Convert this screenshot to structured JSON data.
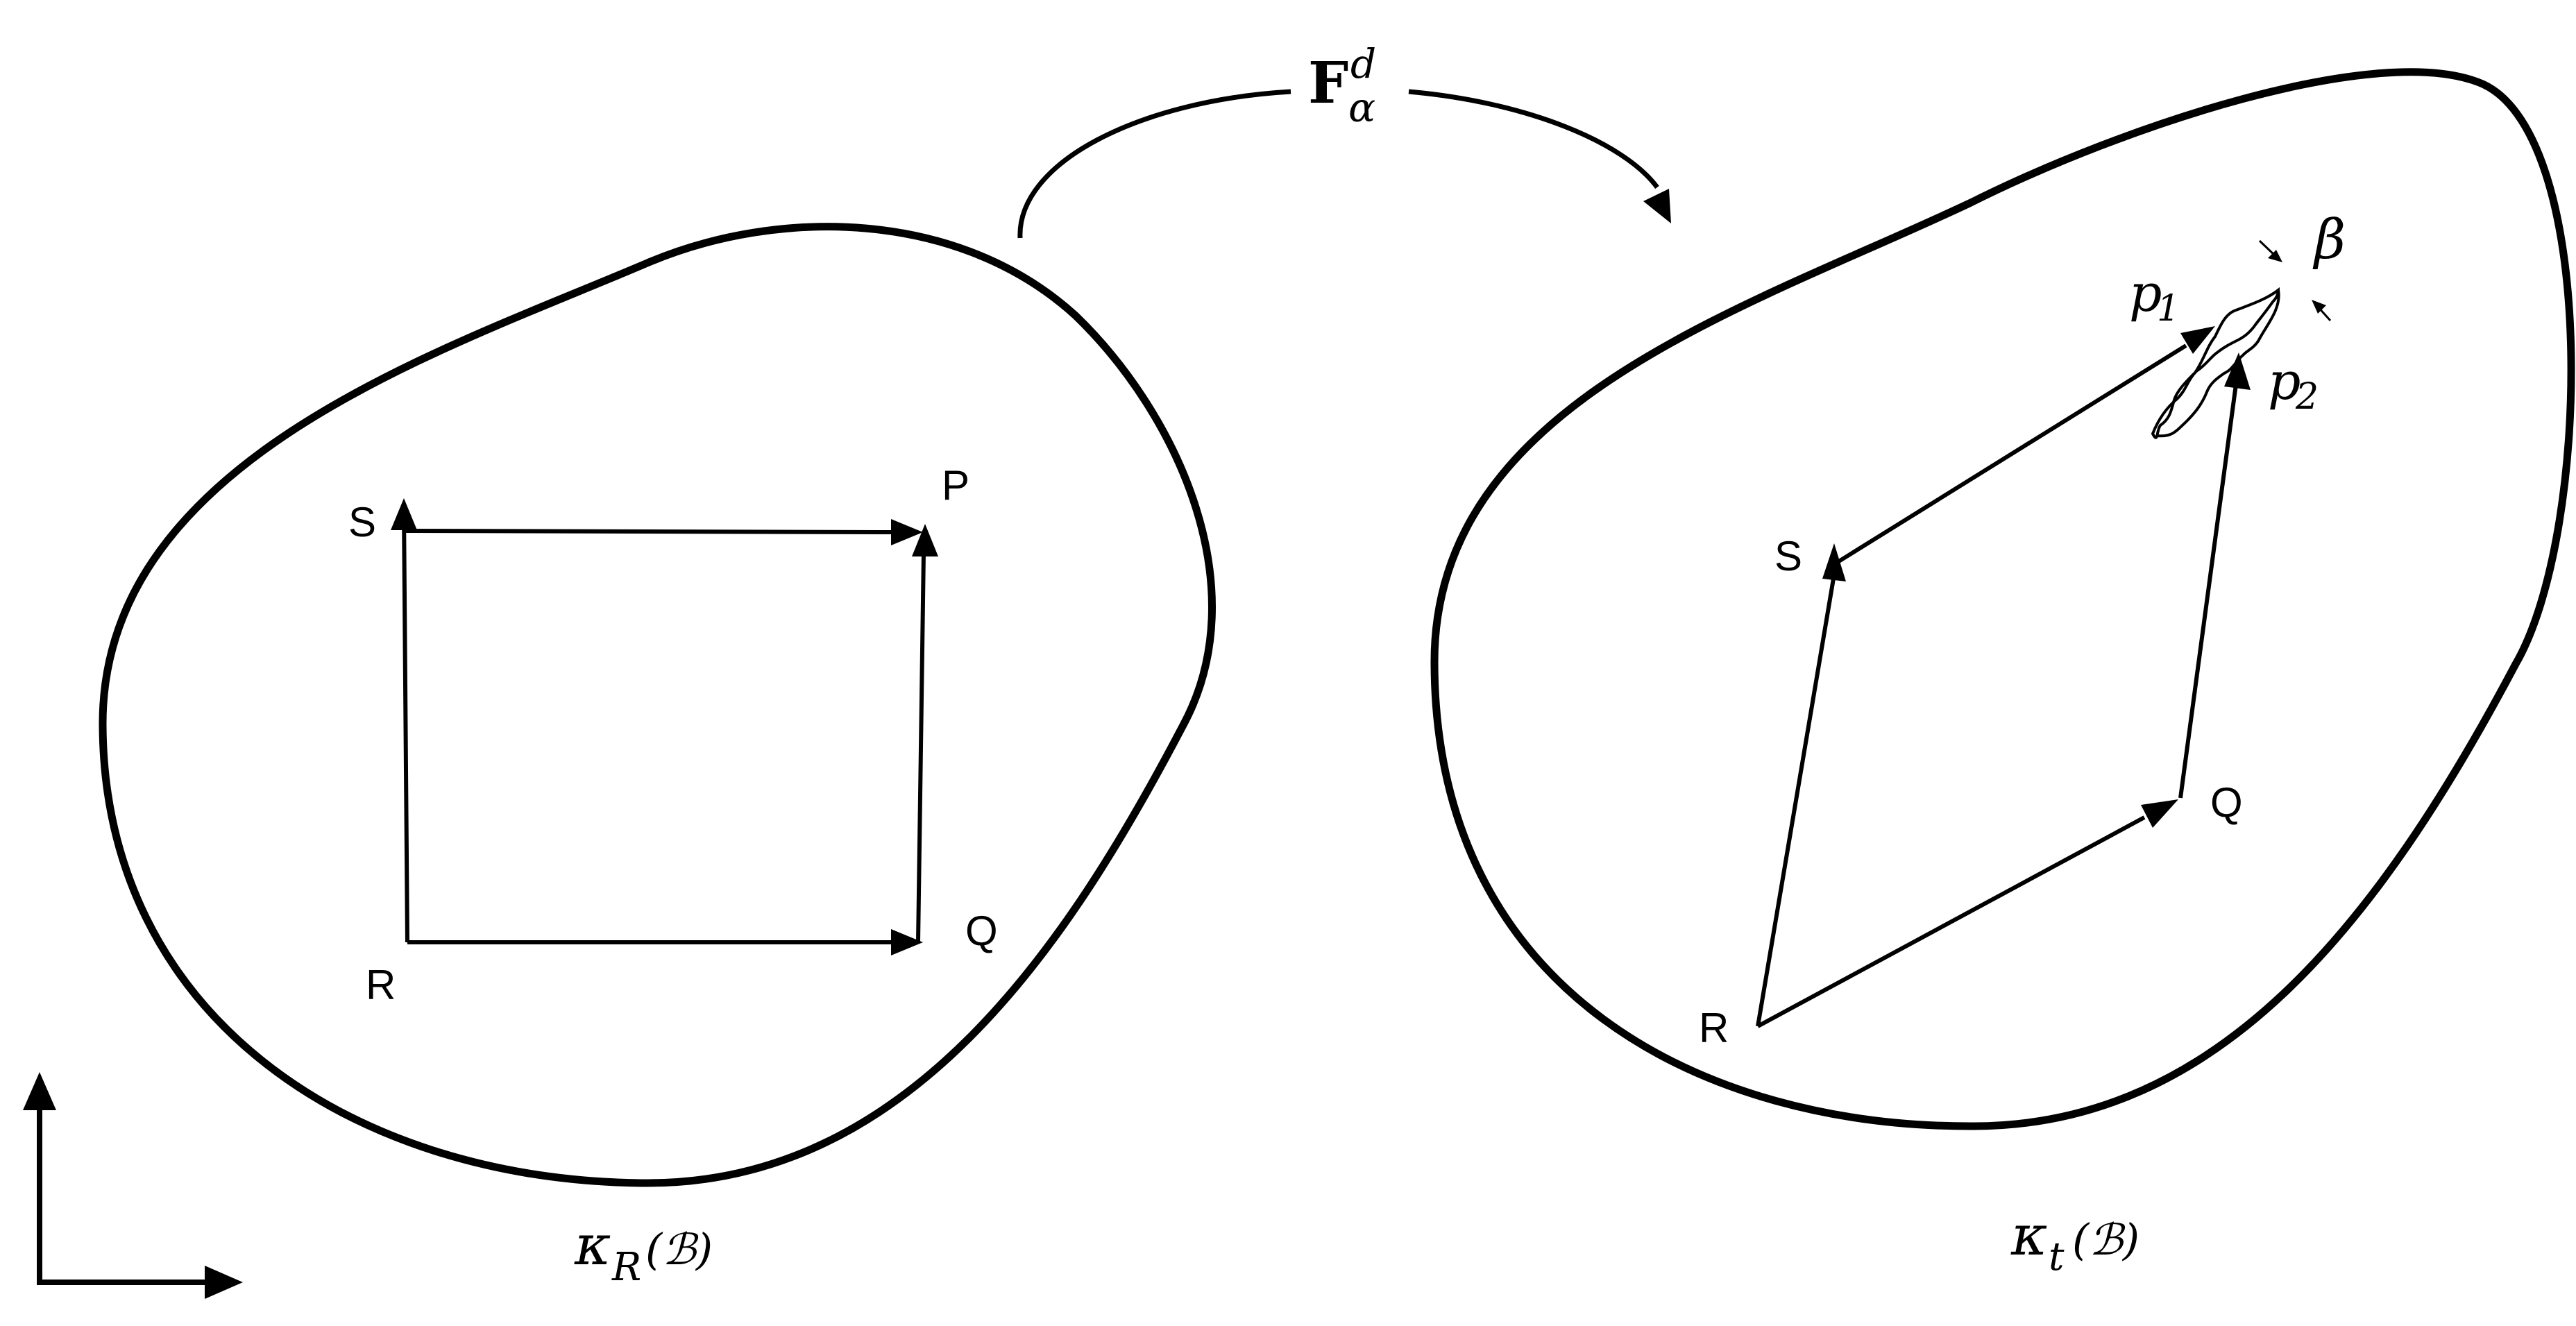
{
  "reference_config": {
    "label_main": "κ",
    "label_sub": "R",
    "label_arg": "(ℬ)",
    "points": {
      "S": "S",
      "P": "P",
      "R": "R",
      "Q": "Q"
    }
  },
  "current_config": {
    "label_main": "κ",
    "label_sub": "t",
    "label_arg": "(ℬ)",
    "points": {
      "S": "S",
      "R": "R",
      "Q": "Q"
    },
    "crack": {
      "p1_main": "p",
      "p1_sub": "1",
      "p2_main": "p",
      "p2_sub": "2",
      "angle_label": "β"
    }
  },
  "mapping": {
    "main": "F",
    "sub": "α",
    "sup": "d"
  }
}
